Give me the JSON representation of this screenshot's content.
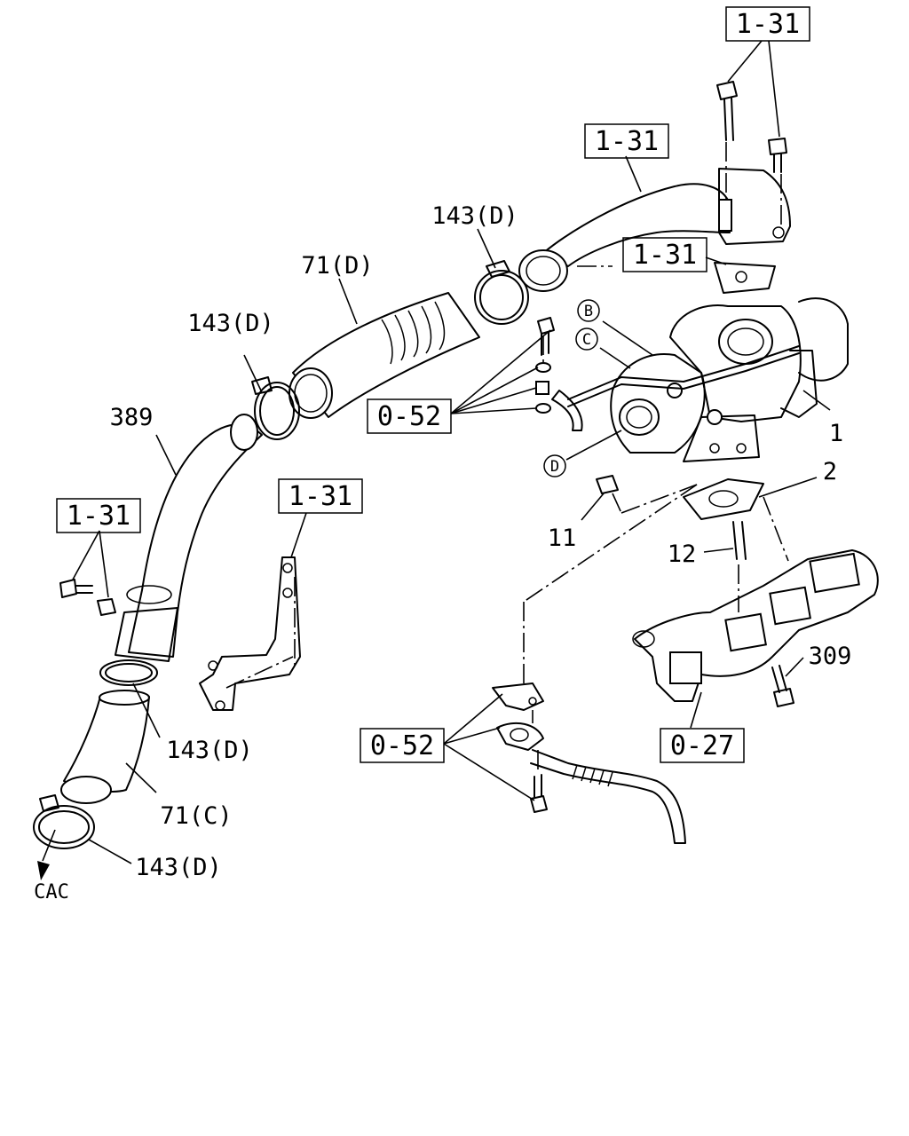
{
  "diagram": {
    "box_labels": [
      "1-31",
      "1-31",
      "1-31",
      "1-31",
      "1-31",
      "0-52",
      "0-52",
      "0-27"
    ],
    "part_labels": [
      "143(D)",
      "71(D)",
      "143(D)",
      "389",
      "143(D)",
      "71(C)",
      "143(D)",
      "1",
      "2",
      "11",
      "12",
      "309"
    ],
    "circle_labels": [
      "B",
      "C",
      "D"
    ],
    "arrow_label": "CAC"
  }
}
